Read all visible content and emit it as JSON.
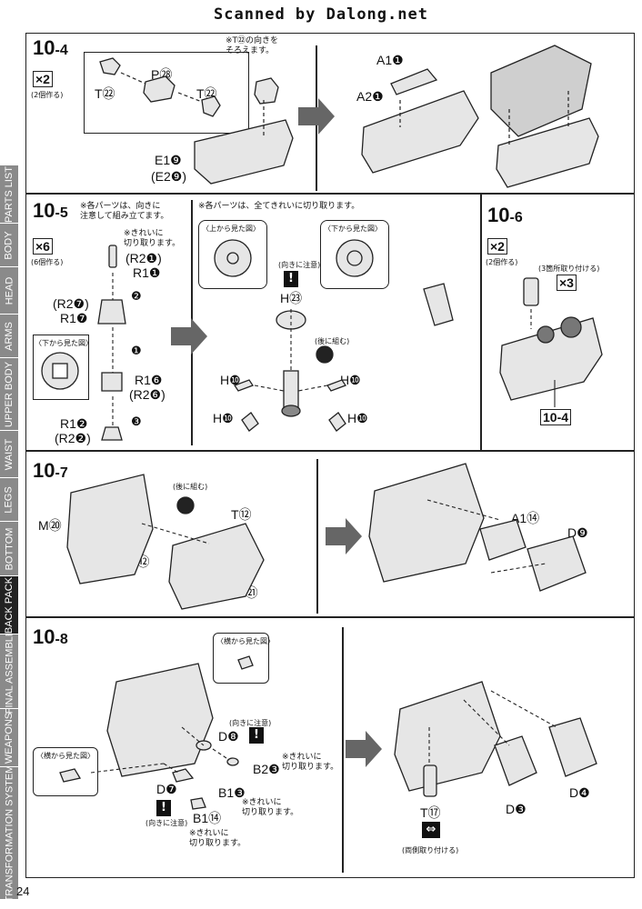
{
  "watermark": "Scanned by Dalong.net",
  "page_number": "24",
  "sidebar": [
    "TRANSFORMATION SYSTEM",
    "WEAPONS",
    "FINAL ASSEMBLE",
    "BACK PACK",
    "BOTTOM",
    "LEGS",
    "WAIST",
    "UPPER BODY",
    "ARMS",
    "HEAD",
    "BODY",
    "PARTS LIST"
  ],
  "steps": {
    "s104": {
      "title_main": "10",
      "title_sub": "-4",
      "qty": "×2",
      "qty_note": "(2個作る)",
      "note": "※T㉒の向きを\nそろえます。",
      "labels": {
        "p": "P㉘",
        "t1": "T㉒",
        "t2": "T㉒",
        "e1": "E1❾",
        "e2": "(E2❾)",
        "a1": "A1❶",
        "a2": "A2❶"
      }
    },
    "s105": {
      "title_main": "10",
      "title_sub": "-5",
      "note1": "※各パーツは、向きに\n注意して組み立てます。",
      "note2": "※各パーツは、全てきれいに切り取ります。",
      "qty": "×6",
      "qty_note": "(6個作る)",
      "cut_note": "※きれいに\n切り取ります。",
      "labels": {
        "r2_1": "(R2❶)",
        "r1_1": "R1❶",
        "r2_7": "(R2❼)",
        "r1_7": "R1❼",
        "r1_6": "R1❻",
        "r2_6": "(R2❻)",
        "r1_2": "R1❷",
        "r2_2": "(R2❷)",
        "h23": "H㉓",
        "h10a": "H❿",
        "h10b": "H❿",
        "h10c": "H❿",
        "h10d": "H❿"
      },
      "view_top": "〈上から見た図〉",
      "view_bottom": "〈下から見た図〉",
      "view_bottom2": "〈下から見た図〉",
      "orient": "(向きに注意)",
      "back": "(後に組む)"
    },
    "s106": {
      "title_main": "10",
      "title_sub": "-6",
      "qty": "×2",
      "qty_note": "(2個作る)",
      "qty3": "×3",
      "qty3_note": "(3箇所取り付ける)",
      "ref": "10-4"
    },
    "s107": {
      "title_main": "10",
      "title_sub": "-7",
      "labels": {
        "m20": "M⑳",
        "t12a": "T⑫",
        "t12b": "T⑫",
        "m21": "M㉑",
        "a14": "A1⑭",
        "d9": "D❾"
      },
      "back": "(後に組む)"
    },
    "s108": {
      "title_main": "10",
      "title_sub": "-8",
      "labels": {
        "d8": "D❽",
        "b23": "B2❸",
        "b13": "B1❸",
        "d7": "D❼",
        "b14": "B1⑭",
        "t17": "T⑰",
        "d3": "D❸",
        "d4": "D❹"
      },
      "side_view": "〈横から見た図〉",
      "side_view2": "〈横から見た図〉",
      "orient1": "(向きに注意)",
      "orient2": "(向きに注意)",
      "cut1": "※きれいに\n切り取ります。",
      "cut2": "※きれいに\n切り取ります。",
      "cut3": "※きれいに\n切り取ります。",
      "both": "(両側取り付ける)"
    }
  }
}
